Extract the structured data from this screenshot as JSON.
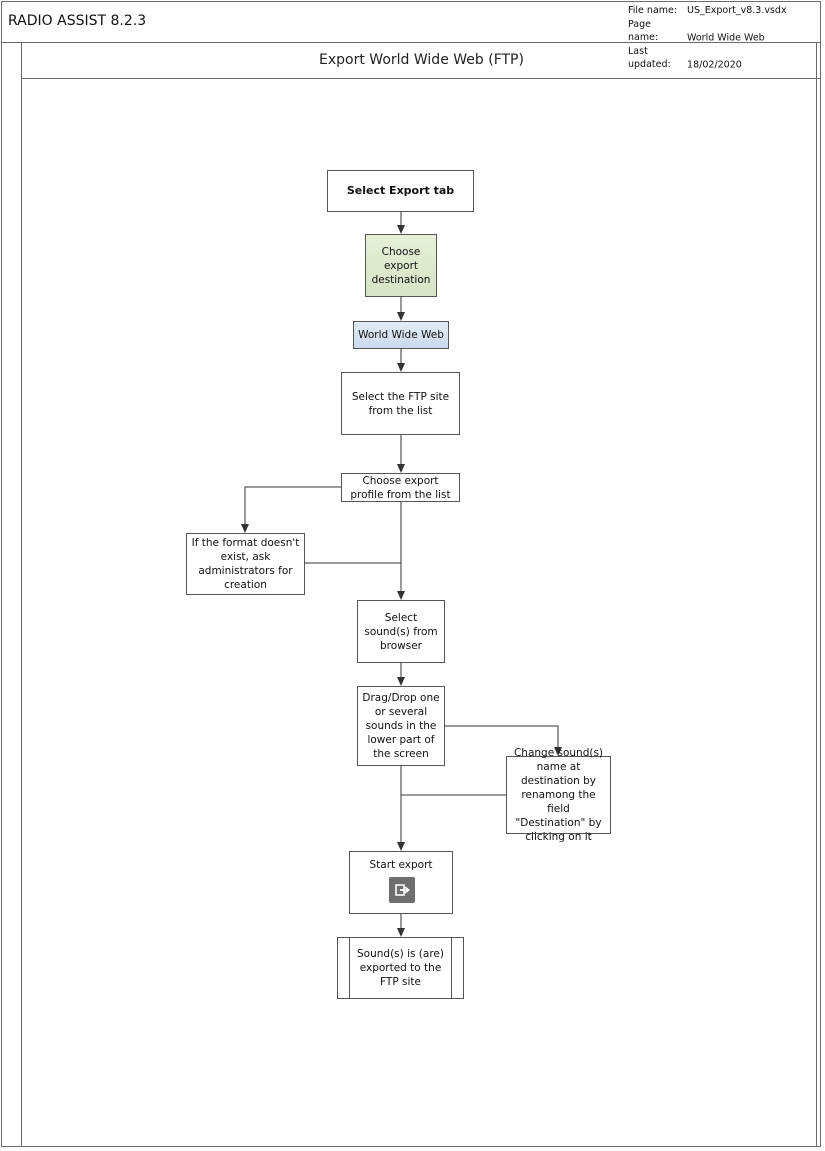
{
  "header": {
    "app_title": "RADIO ASSIST 8.2.3",
    "file_name_label": "File name:",
    "file_name_value": "US_Export_v8.3.vsdx",
    "page_name_label": "Page name:",
    "page_name_value": "World Wide Web",
    "last_updated_label": "Last updated:",
    "last_updated_value": "18/02/2020"
  },
  "lane": {
    "title": "Export World Wide Web (FTP)"
  },
  "flow": {
    "select_export_tab": "Select Export tab",
    "choose_destination": "Choose export destination",
    "world_wide_web": "World Wide Web",
    "select_ftp_site": "Select the FTP site from the list",
    "choose_profile": "Choose export profile from the list",
    "format_missing": "If the format doesn't exist, ask administrators for creation",
    "select_sounds": "Select sound(s) from browser",
    "drag_drop": "Drag/Drop one or several sounds in the lower part of the screen",
    "change_name": "Change sound(s) name at destination by renamong the field \"Destination\" by clicking on it",
    "start_export": "Start export",
    "exported": "Sound(s) is (are) exported to the FTP site",
    "export_icon": "export-icon"
  },
  "colors": {
    "border": "#6b6b6b",
    "destination_fill": "#d6e3c4",
    "web_fill": "#c9d9ec",
    "icon_fill": "#6e6e6e"
  }
}
